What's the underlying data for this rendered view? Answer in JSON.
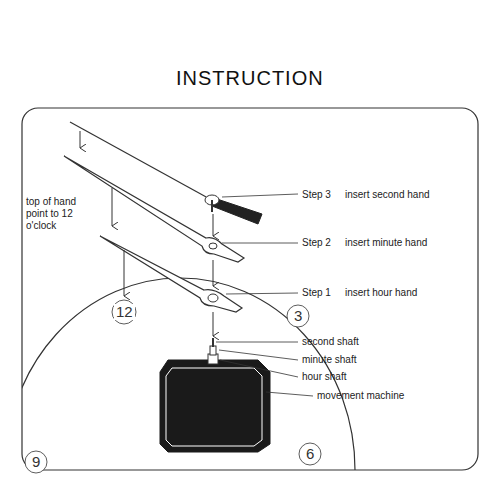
{
  "diagram": {
    "title": "INSTRUCTION",
    "labels": [
      "top of hand point to 12 o'clock",
      "Step 3",
      "insert second hand",
      "Step 2",
      "insert minute hand",
      "Step 1",
      "insert hour hand",
      "second shaft",
      "minute shaft",
      "hour shaft",
      "movement machine",
      "12",
      "3",
      "9",
      "6"
    ]
  }
}
